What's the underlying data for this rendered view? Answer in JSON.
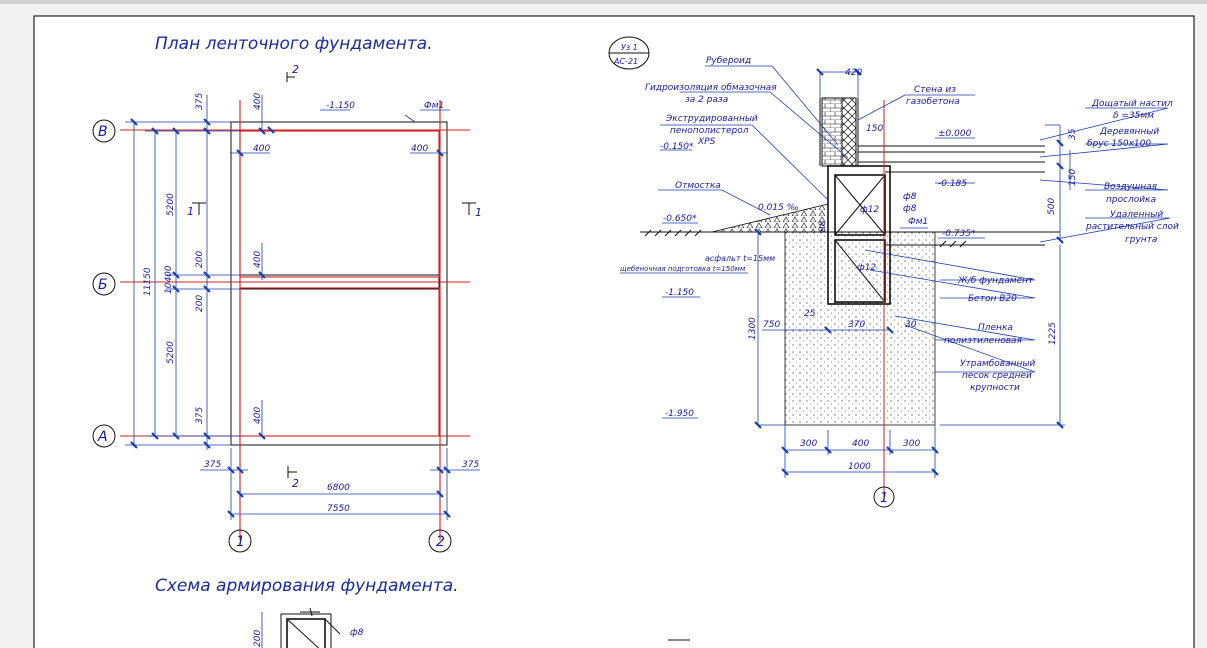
{
  "plan": {
    "title": "План ленточного фундамента.",
    "axes": {
      "v": "В",
      "b": "Б",
      "a": "А",
      "n1": "1",
      "n2": "2"
    },
    "section_mark": "2",
    "cut_mark": "1",
    "dims": {
      "d375a": "375",
      "d400a": "400",
      "lvl1150": "-1.150",
      "fm1": "Фм1",
      "d400b": "400",
      "d400c": "400",
      "d5200a": "5200",
      "d10400": "10400",
      "d11150": "11150",
      "d200a": "200",
      "d400d": "400",
      "d200b": "200",
      "d5200b": "5200",
      "d375b": "375",
      "d400e": "400",
      "d375c": "375",
      "d375d": "375",
      "d6800": "6800",
      "d7550": "7550"
    }
  },
  "schema": {
    "title": "Схема армирования фундамента.",
    "bar": "ф8",
    "dim": "200"
  },
  "section": {
    "badge_top": "Уз 1",
    "badge_bottom": "АС-21",
    "labels": {
      "ruberoid": "Рубероид",
      "hydro1": "Гидроизоляция обмазочная",
      "hydro2": "за 2 раза",
      "xps1": "Экструдированный",
      "xps2": "пенополистерол",
      "xps3": "XPS",
      "lvl0150": "-0.150*",
      "otmostka": "Отмостка",
      "slope": "0.015 ‰",
      "lvl0650": "-0.650*",
      "asphalt": "асфальт t=15мм",
      "gravel": "щебеночная подготовка t=150мм",
      "lvl1150": "-1.150",
      "lvl1950": "-1.950",
      "wall1": "Стена из",
      "wall2": "газобетона",
      "floor1": "Дощатый настил",
      "floor2": "δ =35мм",
      "beam1": "Деревянный",
      "beam2": "брус 150х100",
      "air1": "Воздушная",
      "air2": "прослойка",
      "removed1": "Удаленный",
      "removed2": "растительный слой",
      "removed3": "грунта",
      "lvl0000": "±0.000",
      "lvl0185": "-0.185",
      "lvl0735": "-0.735*",
      "fm1": "Фм1",
      "phi8a": "ф8",
      "phi8b": "ф8",
      "phi12a": "ф12",
      "phi12b": "ф12",
      "rc": "Ж/б фундамент",
      "concrete": "Бетон В20",
      "film1": "Пленка",
      "film2": "полиэтиленовая",
      "sand1": "Утрамбованный",
      "sand2": "песок средней",
      "sand3": "крупности"
    },
    "dims": {
      "d420": "420",
      "d150a": "150",
      "d35": "35",
      "d150b": "150",
      "d500": "500",
      "d1225": "1225",
      "d1300": "1300",
      "d750": "750",
      "d25": "25",
      "d370": "370",
      "d30": "30",
      "d300a": "300",
      "d400": "400",
      "d300b": "300",
      "d1000": "1000",
      "d98": "98",
      "axis": "1"
    }
  }
}
